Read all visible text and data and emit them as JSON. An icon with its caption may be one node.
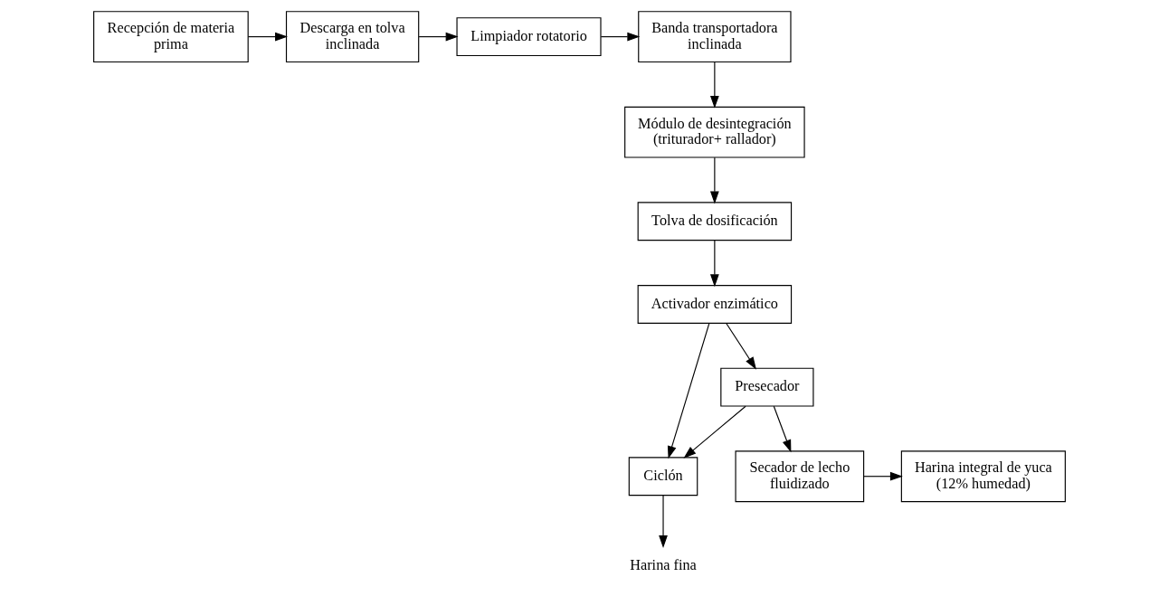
{
  "diagram": {
    "nodes": [
      {
        "text": [
          "Recepción de materia prima"
        ]
      },
      {
        "text": [
          "Descarga en tolva inclinada"
        ]
      },
      {
        "text": [
          "Limpiador rotatorio"
        ]
      },
      {
        "text": [
          "Banda transportadora inclinada"
        ]
      },
      {
        "text": [
          "Módulo de desintegración (triturador+ rallador)"
        ]
      },
      {
        "text": [
          "Tolva de dosificación"
        ]
      },
      {
        "text": [
          "Activador enzimático"
        ]
      },
      {
        "text": [
          "Presecador"
        ]
      },
      {
        "text": [
          "Ciclón"
        ]
      },
      {
        "text": [
          "Harina fina"
        ]
      },
      {
        "text": [
          "Secador de lecho fluidizado"
        ]
      },
      {
        "text": [
          "Harina integral de yuca (12% humedad)"
        ]
      }
    ],
    "edges": [
      {
        "from": 0,
        "to": 1,
        "arrow": "to"
      },
      {
        "from": 1,
        "to": 2,
        "arrow": "to"
      },
      {
        "from": 2,
        "to": 3,
        "arrow": "to"
      },
      {
        "from": 3,
        "to": 4,
        "arrow": "to"
      },
      {
        "from": 4,
        "to": 5,
        "arrow": "to"
      },
      {
        "from": 5,
        "to": 6,
        "arrow": "to"
      },
      {
        "from": 6,
        "to": 7,
        "arrow": "to"
      },
      {
        "from": 6,
        "to": 8,
        "arrow": "to"
      },
      {
        "from": 7,
        "to": 8,
        "arrow": "to"
      },
      {
        "from": 8,
        "to": 9,
        "arrow": "to"
      },
      {
        "from": 7,
        "to": 10,
        "arrow": "to"
      },
      {
        "from": 10,
        "to": 11,
        "arrow": "to"
      }
    ]
  }
}
